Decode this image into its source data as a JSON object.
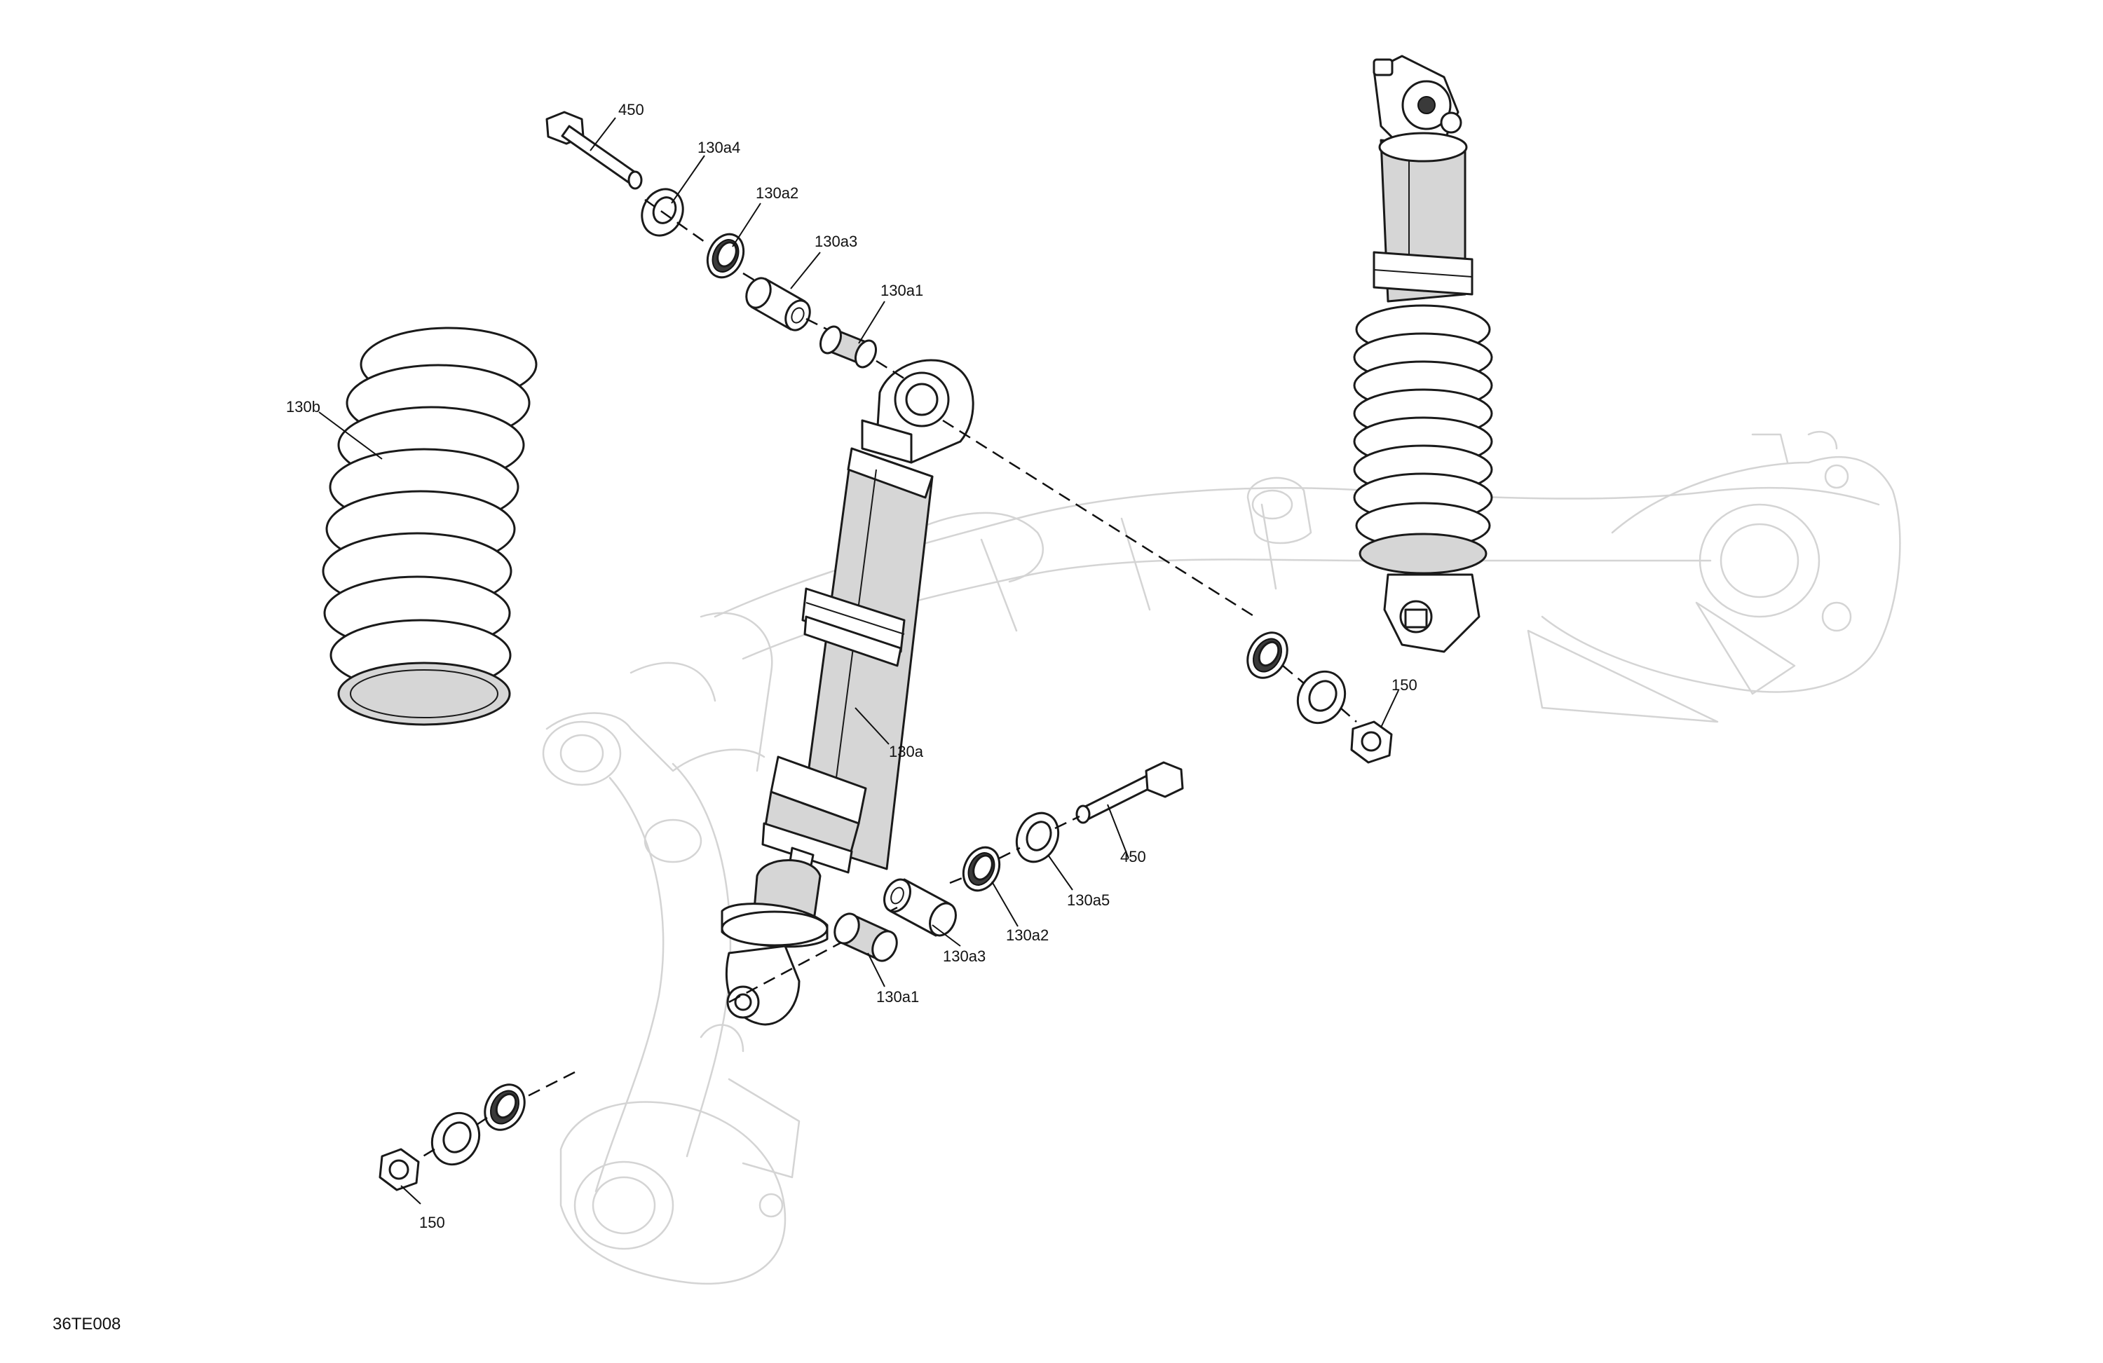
{
  "figure_code": "36TE008",
  "callouts": {
    "bolt_upper": "450",
    "spacer_upper": "130a4",
    "seal_upper": "130a2",
    "sleeve_upper": "130a3",
    "bushing_upper": "130a1",
    "spring": "130b",
    "shock": "130a",
    "nut_right": "150",
    "bolt_lower": "450",
    "spacer_lower": "130a5",
    "seal_lower": "130a2",
    "sleeve_lower": "130a3",
    "bushing_lower": "130a1",
    "nut_left": "150"
  }
}
